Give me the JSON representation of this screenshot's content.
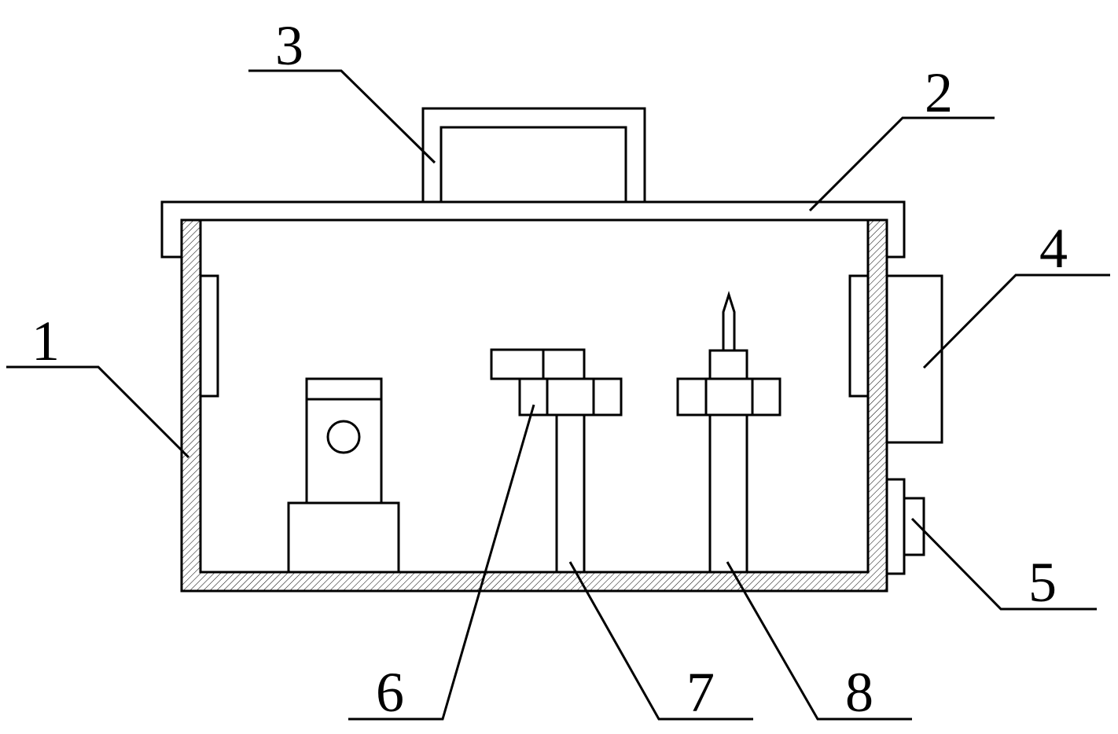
{
  "diagram": {
    "labels": [
      "1",
      "2",
      "3",
      "4",
      "5",
      "6",
      "7",
      "8"
    ],
    "colors": {
      "line": "#000000",
      "background": "#ffffff",
      "hatch": "#000000"
    }
  }
}
